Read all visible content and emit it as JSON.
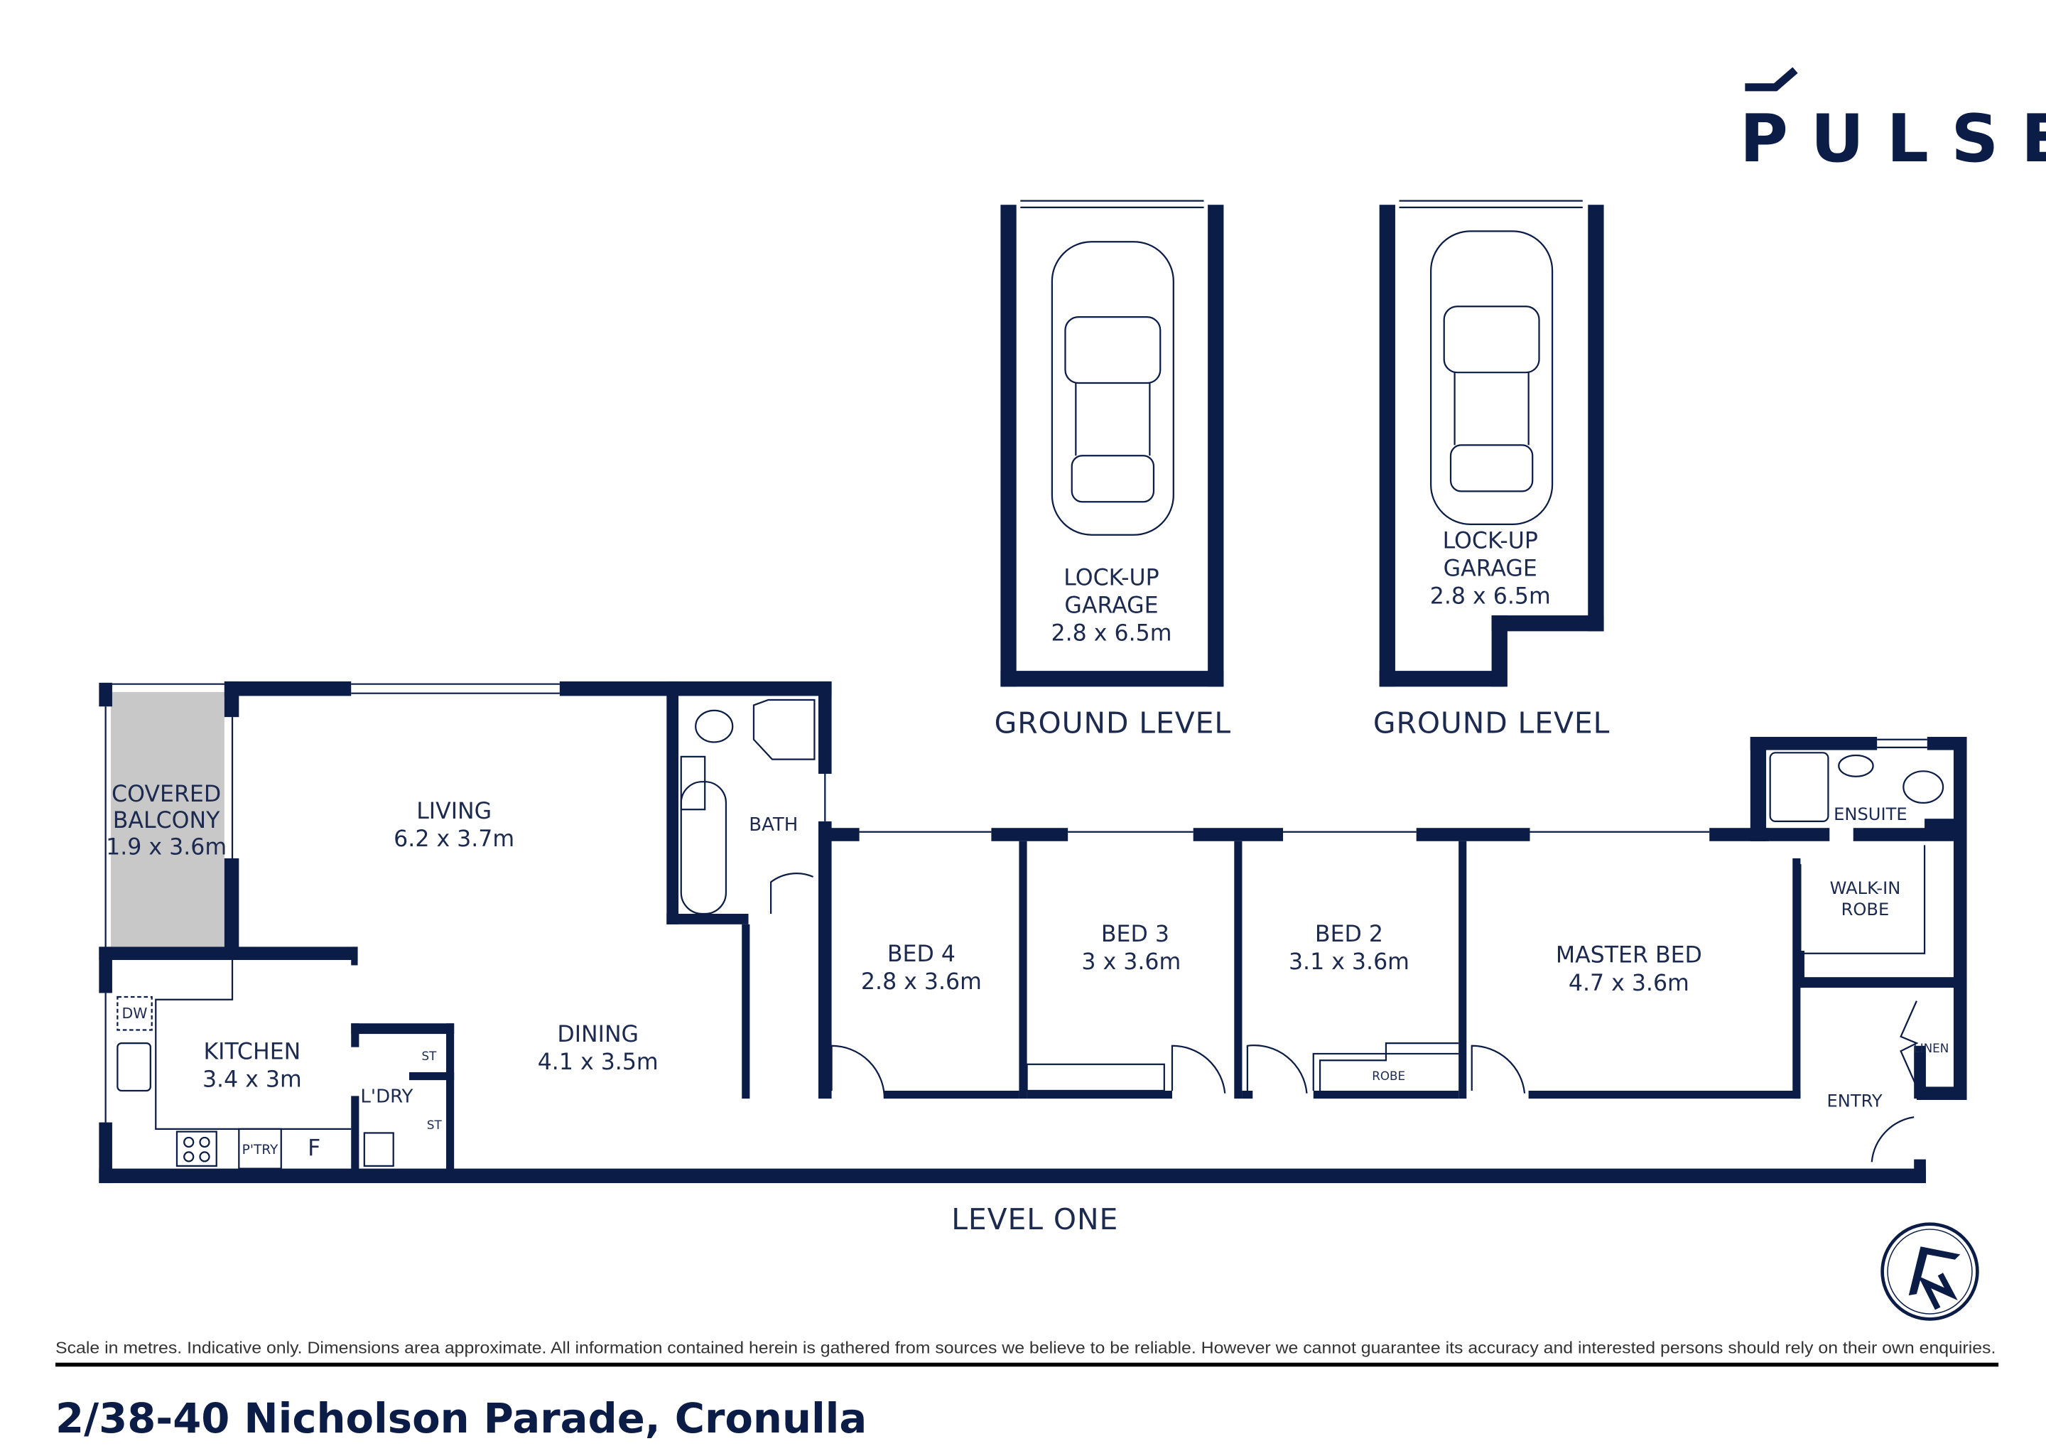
{
  "brand": {
    "logo_text": "PULSE",
    "color": "#0b1c46"
  },
  "garages": [
    {
      "name": "LOCK-UP",
      "name2": "GARAGE",
      "size": "2.8 x 6.5m",
      "level": "GROUND LEVEL"
    },
    {
      "name": "LOCK-UP",
      "name2": "GARAGE",
      "size": "2.8 x 6.5m",
      "level": "GROUND LEVEL"
    }
  ],
  "rooms": {
    "balcony": {
      "name": "COVERED",
      "name2": "BALCONY",
      "size": "1.9 x 3.6m"
    },
    "living": {
      "name": "LIVING",
      "size": "6.2 x 3.7m"
    },
    "dining": {
      "name": "DINING",
      "size": "4.1 x 3.5m"
    },
    "kitchen": {
      "name": "KITCHEN",
      "size": "3.4 x 3m"
    },
    "bath": {
      "name": "BATH"
    },
    "laundry": {
      "name": "L'DRY"
    },
    "bed4": {
      "name": "BED 4",
      "size": "2.8 x 3.6m"
    },
    "bed3": {
      "name": "BED 3",
      "size": "3 x 3.6m"
    },
    "bed2": {
      "name": "BED 2",
      "size": "3.1 x 3.6m"
    },
    "master": {
      "name": "MASTER BED",
      "size": "4.7 x 3.6m"
    },
    "ensuite": {
      "name": "ENSUITE"
    },
    "wir": {
      "name": "WALK-IN",
      "name2": "ROBE"
    },
    "entry": {
      "name": "ENTRY"
    }
  },
  "fixtures": {
    "dw": "DW",
    "pantry": "P'TRY",
    "fridge": "F",
    "storage": "ST",
    "robe": "ROBE",
    "linen": "LINEN"
  },
  "level_one": "LEVEL ONE",
  "disclaimer": "Scale in metres. Indicative only. Dimensions area approximate. All information contained herein is gathered from sources we believe to be reliable. However we cannot guarantee its accuracy and interested persons should rely on their own enquiries.",
  "address": "2/38-40 Nicholson Parade, Cronulla",
  "north_icon": "north-arrow-icon"
}
